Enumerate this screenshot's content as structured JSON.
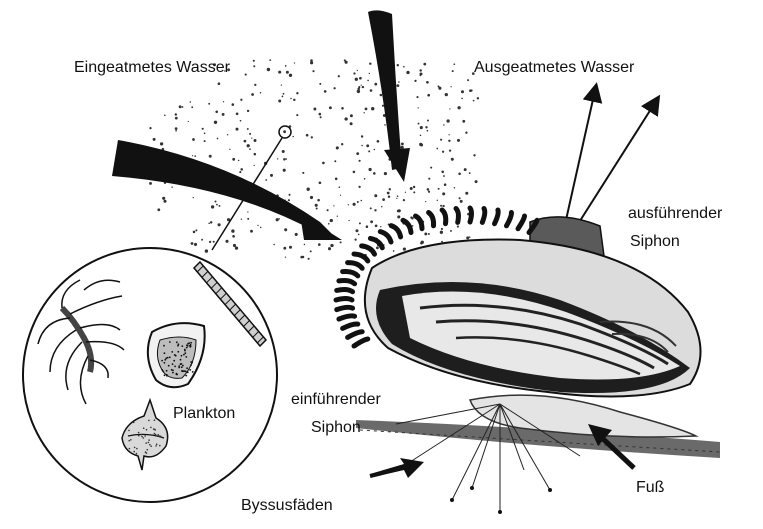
{
  "labels": {
    "inhaled_water": "Eingeatmetes Wasser",
    "exhaled_water": "Ausgeatmetes Wasser",
    "excurrent_siphon_line1": "ausführender",
    "excurrent_siphon_line2": "Siphon",
    "incurrent_siphon_line1": "einführender",
    "incurrent_siphon_line2": "Siphon",
    "plankton": "Plankton",
    "foot": "Fuß",
    "byssus": "Byssusfäden"
  },
  "colors": {
    "ink": "#111111",
    "shell_light": "#e6e6e6",
    "shell_mid": "#9a9a9a",
    "shell_dark": "#1a1a1a",
    "ground": "#555555"
  }
}
